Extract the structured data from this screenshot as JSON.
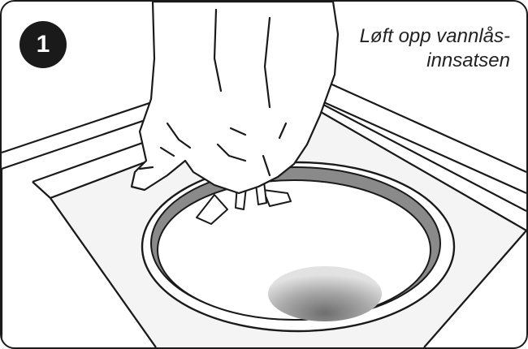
{
  "step": {
    "number": "1"
  },
  "instruction": {
    "line1": "Løft opp vannlås-",
    "line2": "innsatsen"
  },
  "icons": [
    "hand-icon",
    "floor-drain-icon",
    "water-trap-insert-icon"
  ],
  "colors": {
    "outline": "#1a1a1a",
    "background": "#ffffff",
    "shade": "#8a8a8a",
    "recess": "#dcdcdc"
  }
}
